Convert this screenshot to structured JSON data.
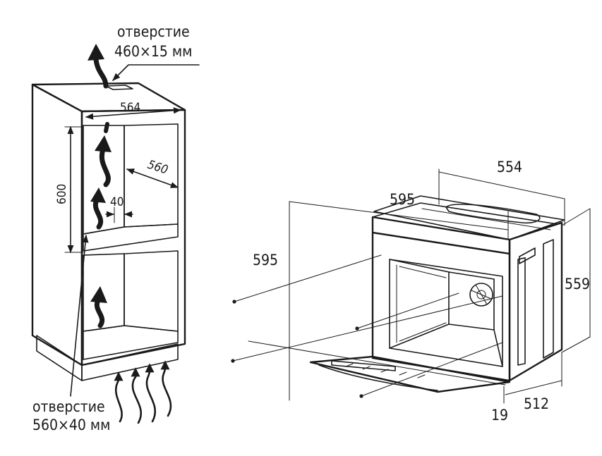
{
  "labels": {
    "top_opening_word": "отверстие",
    "top_opening_size": "460×15 мм",
    "bottom_opening_word": "отверстие",
    "bottom_opening_size": "560×40 мм"
  },
  "cabinet_dims": {
    "width": "564",
    "depth": "560",
    "height": "600",
    "gap": "40"
  },
  "oven_dims": {
    "top_depth": "554",
    "front_width": "595",
    "front_height": "595",
    "body_height": "559",
    "body_depth": "512",
    "panel_thickness": "19"
  },
  "colors": {
    "ink": "#1a1a1a",
    "cabinet_gray": "#dcdcdc",
    "base_gray": "#cfcfcf",
    "white": "#ffffff"
  }
}
